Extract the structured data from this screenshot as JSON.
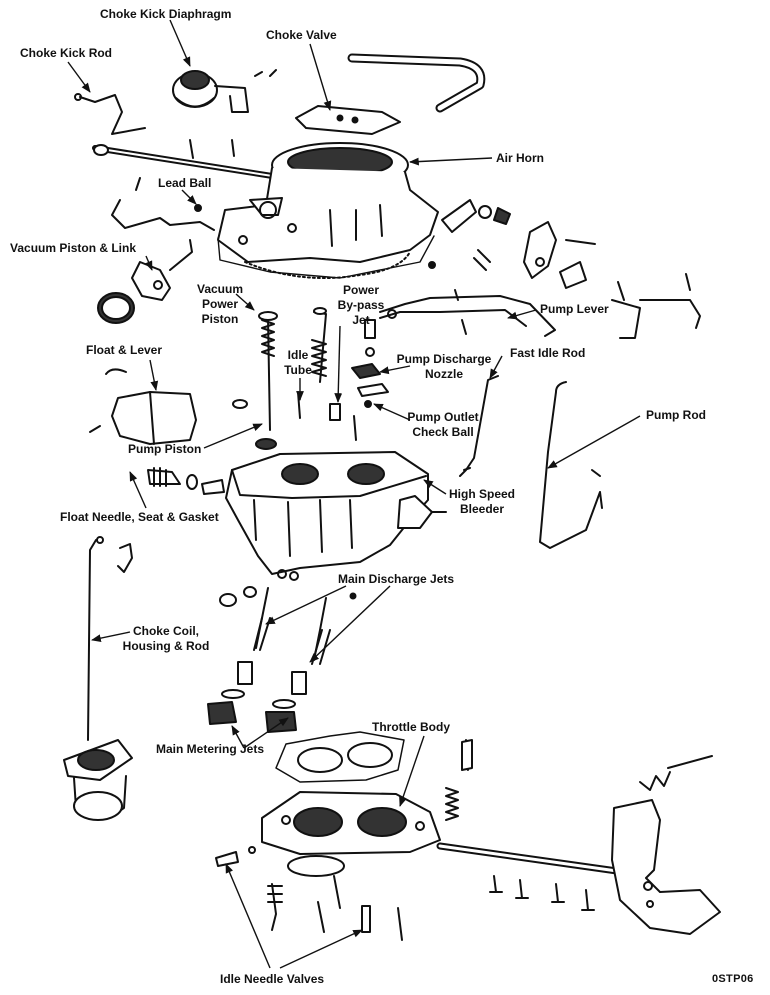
{
  "diagram": {
    "figure_code": "0STP06",
    "labels": {
      "choke_kick_diaphragm": "Choke Kick Diaphragm",
      "choke_kick_rod": "Choke Kick Rod",
      "choke_valve": "Choke Valve",
      "air_horn": "Air Horn",
      "lead_ball": "Lead Ball",
      "vacuum_piston_link": "Vacuum Piston & Link",
      "vacuum_power_piston": [
        "Vacuum",
        "Power",
        "Piston"
      ],
      "power_bypass_jet": [
        "Power",
        "By-pass",
        "Jet"
      ],
      "pump_lever": "Pump Lever",
      "float_lever": "Float & Lever",
      "idle_tube": [
        "Idle",
        "Tube"
      ],
      "pump_discharge_nozzle": [
        "Pump Discharge",
        "Nozzle"
      ],
      "fast_idle_rod": "Fast Idle Rod",
      "pump_rod": "Pump Rod",
      "pump_outlet_check_ball": [
        "Pump Outlet",
        "Check Ball"
      ],
      "pump_piston": "Pump Piston",
      "high_speed_bleeder": [
        "High Speed",
        "Bleeder"
      ],
      "float_needle_seat_gasket": "Float Needle, Seat & Gasket",
      "main_discharge_jets": "Main Discharge Jets",
      "choke_coil_housing_rod": [
        "Choke Coil,",
        "Housing & Rod"
      ],
      "throttle_body": "Throttle Body",
      "main_metering_jets": "Main Metering Jets",
      "idle_needle_valves": "Idle Needle Valves"
    }
  }
}
